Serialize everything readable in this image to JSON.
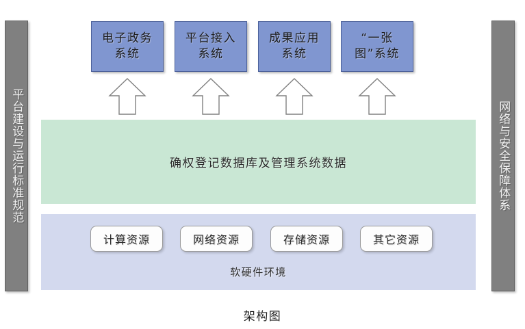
{
  "figure": {
    "caption": "架构图"
  },
  "pillars": {
    "left": {
      "label": "平台建设与运行标准规范",
      "color": "#808080"
    },
    "right": {
      "label": "网络与安全保障体系",
      "color": "#808080"
    }
  },
  "application_layer": {
    "color": "#8096d0",
    "boxes": [
      {
        "label": "电子政务系统"
      },
      {
        "label": "平台接入系统"
      },
      {
        "label": "成果应用系统"
      },
      {
        "label": "“一张图”系统"
      }
    ]
  },
  "connectors": {
    "count": 4,
    "type": "hollow-up-arrow",
    "stroke": "#808080",
    "fill": "#ffffff"
  },
  "data_layer": {
    "label": "确权登记数据库及管理系统数据",
    "color": "#c9e7d4"
  },
  "infrastructure_layer": {
    "label": "软硬件环境",
    "color": "#d3d9ee",
    "resources": [
      {
        "label": "计算资源"
      },
      {
        "label": "网络资源"
      },
      {
        "label": "存储资源"
      },
      {
        "label": "其它资源"
      }
    ]
  }
}
